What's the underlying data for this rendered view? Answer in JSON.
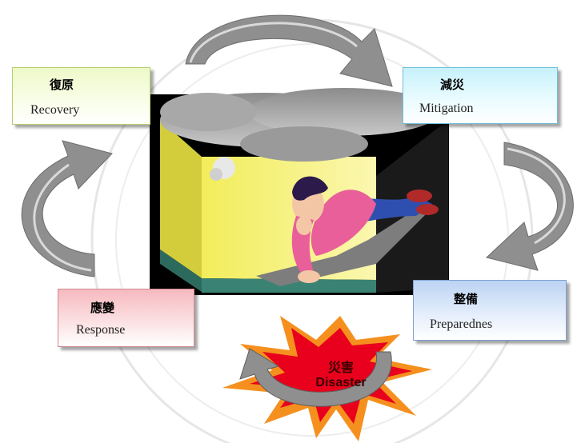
{
  "nodes": {
    "recovery": {
      "zh": "復原",
      "en": "Recovery"
    },
    "mitigation": {
      "zh": "減災",
      "en": "Mitigation"
    },
    "response": {
      "zh": "應變",
      "en": "Response"
    },
    "preparedness": {
      "zh": "整備",
      "en": "Preparednes"
    },
    "disaster": {
      "zh": "災害",
      "en": "Disaster"
    }
  },
  "colors": {
    "recovery": "#eef9c9",
    "mitigation": "#c7f1fb",
    "response": "#f6b9bf",
    "preparedness": "#bcd3f3",
    "burst_outer": "#f58a1f",
    "burst_inner": "#e8001c",
    "arrow": "#9a9a9a"
  },
  "icons": {
    "cycle_arrows": "curved-arrow-icon",
    "central_image": "disaster-illustration",
    "burst": "explosion-burst-icon"
  }
}
